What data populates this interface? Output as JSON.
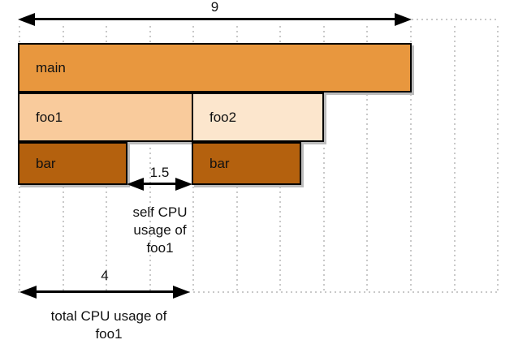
{
  "diagram": {
    "frames": [
      {
        "name": "main",
        "label": "main"
      },
      {
        "name": "foo1",
        "label": "foo1"
      },
      {
        "name": "foo2",
        "label": "foo2"
      },
      {
        "name": "bar-under-foo1",
        "label": "bar"
      },
      {
        "name": "bar-under-foo2",
        "label": "bar"
      }
    ],
    "annotations": {
      "total_width": {
        "value": "9"
      },
      "self_cpu_foo1": {
        "value": "1.5",
        "caption": {
          "line1": "self CPU",
          "line2": "usage of",
          "line3": "foo1"
        }
      },
      "total_cpu_foo1": {
        "value": "4",
        "caption": {
          "line1": "total CPU usage of",
          "line2": "foo1"
        }
      }
    },
    "colors": {
      "frame_main": "#e8973e",
      "frame_foo1": "#f9cb9c",
      "frame_foo2": "#fce6cd",
      "frame_bar": "#b4610e",
      "frame_border": "#000000",
      "frame_shadow": "#bcbcbc",
      "grid_dots": "#c9c9c9",
      "arrow": "#000000",
      "text": "#111111"
    }
  }
}
